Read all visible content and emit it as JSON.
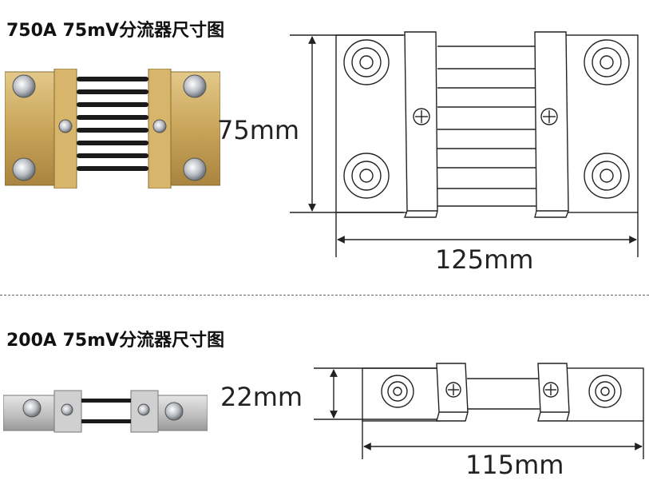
{
  "sections": [
    {
      "title": "750A 75mV分流器尺寸图",
      "height_label": "75mm",
      "width_label": "125mm"
    },
    {
      "title": "200A 75mV分流器尺寸图",
      "height_label": "22mm",
      "width_label": "115mm"
    }
  ],
  "colors": {
    "line": "#222222",
    "brass": "#c9a55a",
    "steel": "#c8c8c8"
  }
}
